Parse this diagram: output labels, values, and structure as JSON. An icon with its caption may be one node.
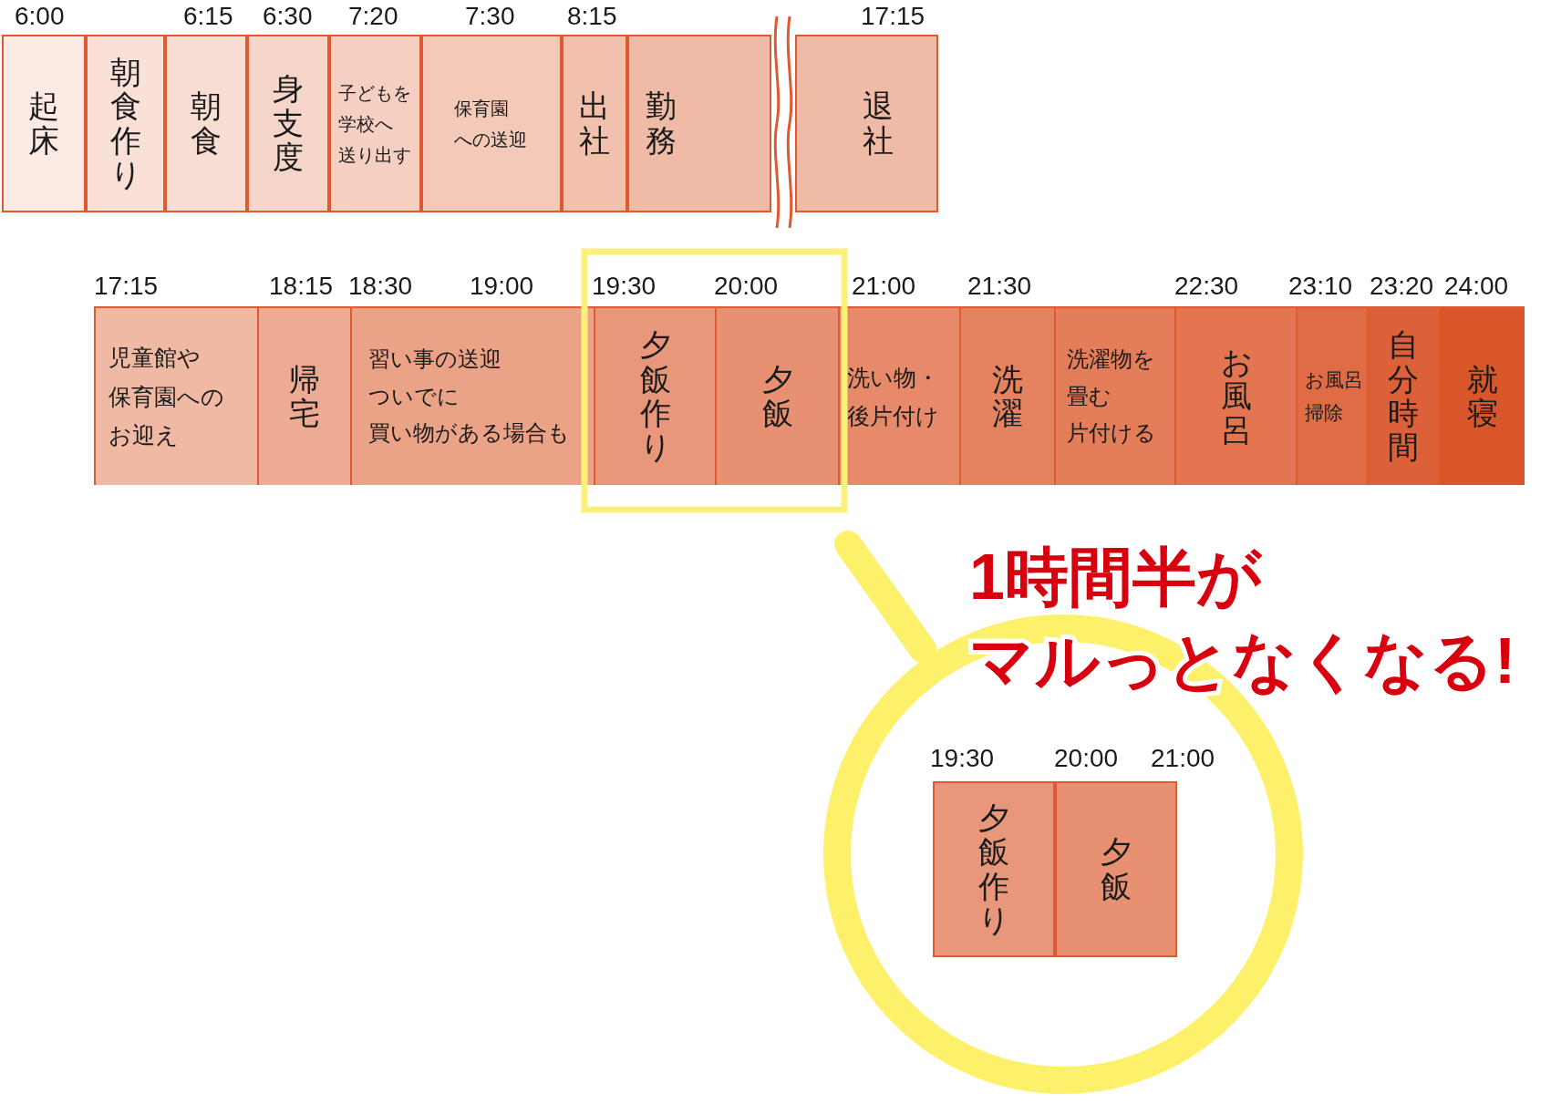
{
  "diagram": {
    "nodes": [
      {
        "text": [
          "起床"
        ]
      },
      {
        "text": [
          "朝食作り"
        ]
      },
      {
        "text": [
          "朝食"
        ]
      },
      {
        "text": [
          "身支度"
        ]
      },
      {
        "text": [
          "子どもを学校へ送り出す"
        ]
      },
      {
        "text": [
          "保育園への送迎"
        ]
      },
      {
        "text": [
          "出社"
        ]
      },
      {
        "text": [
          "勤務"
        ]
      },
      {
        "text": [
          "退社"
        ]
      },
      {
        "text": [
          "児童館や保育園へのお迎え"
        ]
      },
      {
        "text": [
          "帰宅"
        ]
      },
      {
        "text": [
          "習い事の送迎ついでに買い物がある場合も"
        ]
      },
      {
        "text": [
          "夕飯作り"
        ]
      },
      {
        "text": [
          "夕飯"
        ]
      },
      {
        "text": [
          "洗い物・後片付け"
        ]
      },
      {
        "text": [
          "洗濯"
        ]
      },
      {
        "text": [
          "洗濯物を畳む片付ける"
        ]
      },
      {
        "text": [
          "お風呂"
        ]
      },
      {
        "text": [
          "お風呂掃除"
        ]
      },
      {
        "text": [
          "自分時間"
        ]
      },
      {
        "text": [
          "就寝"
        ]
      },
      {
        "text": [
          "夕飯作り"
        ]
      },
      {
        "text": [
          "夕飯"
        ]
      }
    ],
    "labels": [
      "6:00",
      "6:15",
      "6:30",
      "7:20",
      "7:30",
      "8:15",
      "17:15",
      "17:15",
      "18:15",
      "18:30",
      "19:00",
      "19:30",
      "20:00",
      "21:00",
      "21:30",
      "22:30",
      "23:10",
      "23:20",
      "24:00",
      "19:30",
      "20:00",
      "21:00",
      "1時間半が",
      "マルっとなくなる!"
    ]
  }
}
